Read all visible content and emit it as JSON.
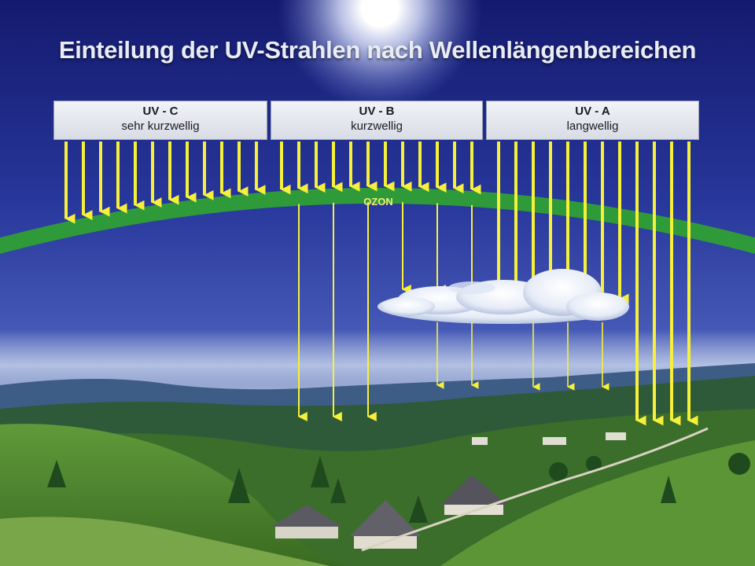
{
  "title": "Einteilung der UV-Strahlen nach Wellenlängenbereichen",
  "bands": [
    {
      "name": "UV - C",
      "description": "sehr kurzwellig"
    },
    {
      "name": "UV - B",
      "description": "kurzwellig"
    },
    {
      "name": "UV - A",
      "description": "langwellig"
    }
  ],
  "ozone_label": "OZON",
  "colors": {
    "sky_top": "#141a6e",
    "sky_mid": "#3648ad",
    "ozone_band": "#2f9a3a",
    "arrow": "#f6f03a",
    "hills": "#3f7a2c"
  }
}
